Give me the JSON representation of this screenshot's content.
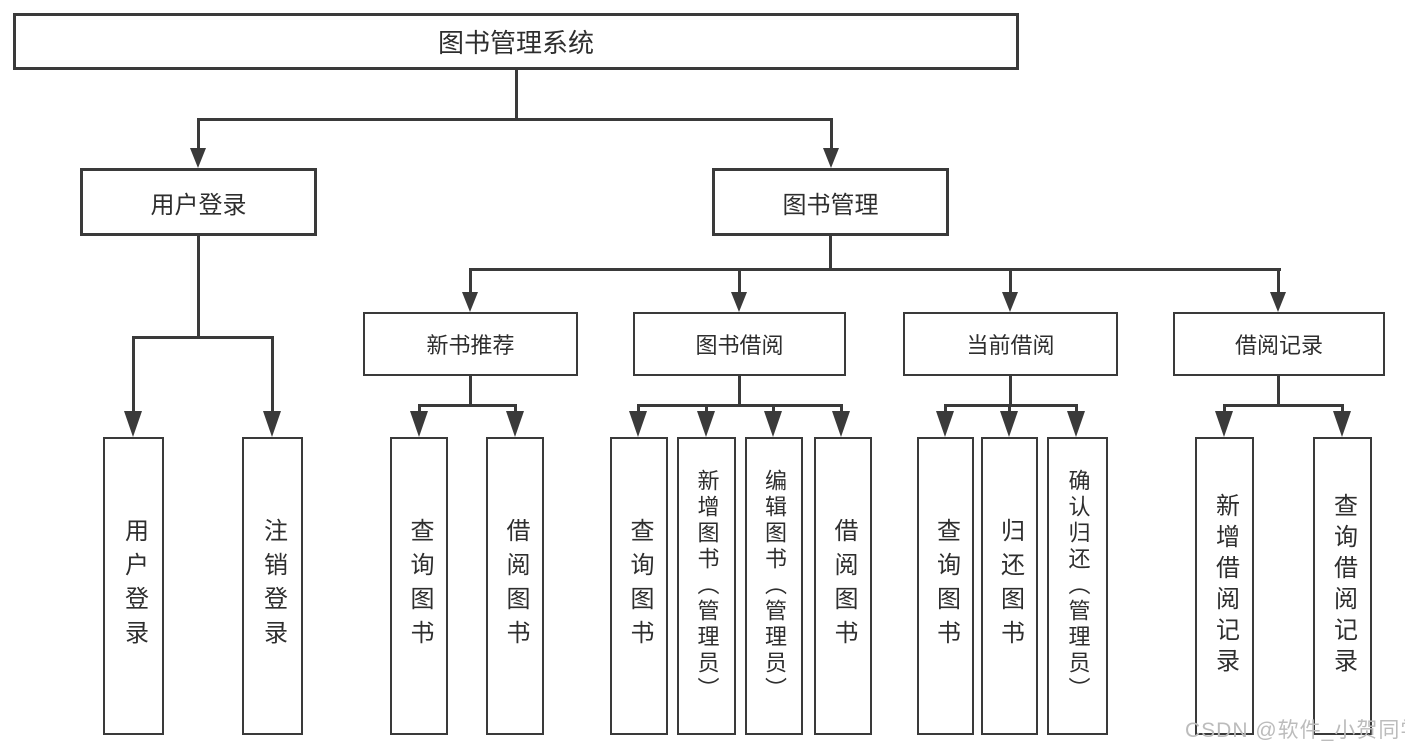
{
  "diagram": {
    "root": {
      "label": "图书管理系统"
    },
    "level2": [
      {
        "id": "user-login",
        "label": "用户登录"
      },
      {
        "id": "book-management",
        "label": "图书管理"
      }
    ],
    "level3": [
      {
        "id": "new-book-recommend",
        "label": "新书推荐",
        "parent": "图书管理"
      },
      {
        "id": "book-borrowing",
        "label": "图书借阅",
        "parent": "图书管理"
      },
      {
        "id": "current-borrowing",
        "label": "当前借阅",
        "parent": "图书管理"
      },
      {
        "id": "borrowing-records",
        "label": "借阅记录",
        "parent": "图书管理"
      }
    ],
    "leaves": {
      "user_login": [
        {
          "label": "用户登录"
        },
        {
          "label": "注销登录"
        }
      ],
      "new_book": [
        {
          "label": "查询图书"
        },
        {
          "label": "借阅图书"
        }
      ],
      "book_borrow": [
        {
          "label": "查询图书"
        },
        {
          "label": "新增图书（管理员）"
        },
        {
          "label": "编辑图书（管理员）"
        },
        {
          "label": "借阅图书"
        }
      ],
      "current_borrow": [
        {
          "label": "查询图书"
        },
        {
          "label": "归还图书"
        },
        {
          "label": "确认归还（管理员）"
        }
      ],
      "borrow_records": [
        {
          "label": "新增借阅记录"
        },
        {
          "label": "查询借阅记录"
        }
      ]
    }
  },
  "watermark": {
    "text": "CSDN @软件_小贺同学"
  },
  "colors": {
    "line": "#3a3a3a",
    "text": "#2e2e2e",
    "watermark": "#bcbcbc",
    "background": "#ffffff"
  }
}
